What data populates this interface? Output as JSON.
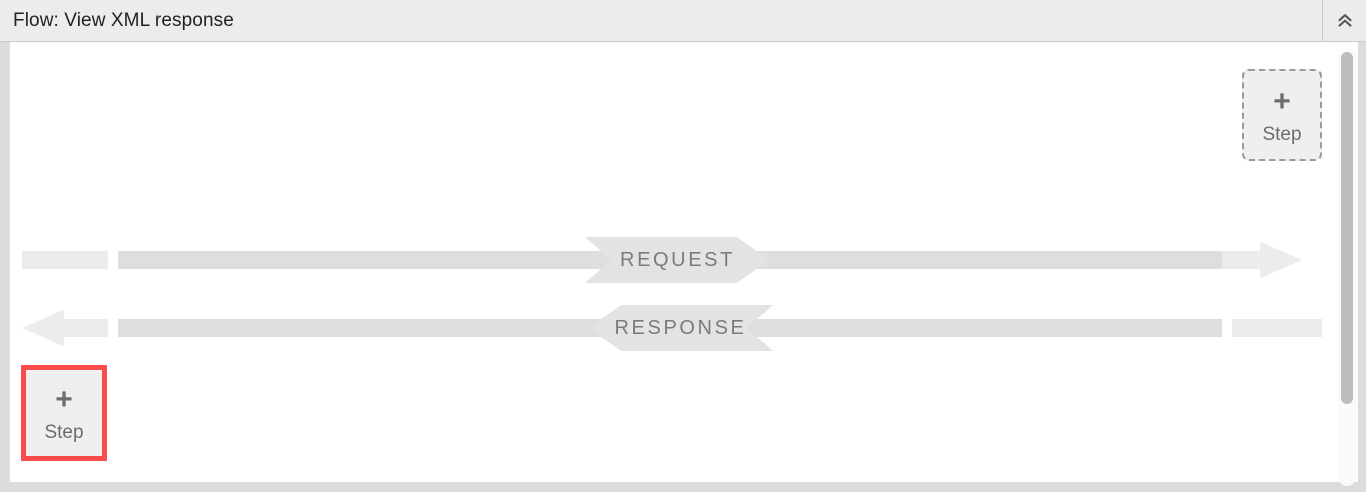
{
  "header": {
    "title": "Flow: View XML response",
    "collapse_icon": "chevron-double-up-icon"
  },
  "canvas": {
    "step_buttons": [
      {
        "id": "top-right",
        "plus": "+",
        "label": "Step",
        "state": "dashed-outline"
      },
      {
        "id": "bottom-left",
        "plus": "+",
        "label": "Step",
        "state": "highlighted-red"
      }
    ],
    "flows": [
      {
        "id": "request",
        "label": "REQUEST",
        "direction": "right",
        "arrow_icon": "arrow-right-icon"
      },
      {
        "id": "response",
        "label": "RESPONSE",
        "direction": "left",
        "arrow_icon": "arrow-left-icon"
      }
    ]
  },
  "colors": {
    "header_bg": "#ececec",
    "band_light": "#ececec",
    "band_dark": "#dedede",
    "ribbon": "#e3e3e3",
    "ribbon_text": "#7b7b7b",
    "highlight_red": "#fb4b4b",
    "step_text": "#6d6d6d",
    "scroll_thumb": "#bcbcbc"
  }
}
